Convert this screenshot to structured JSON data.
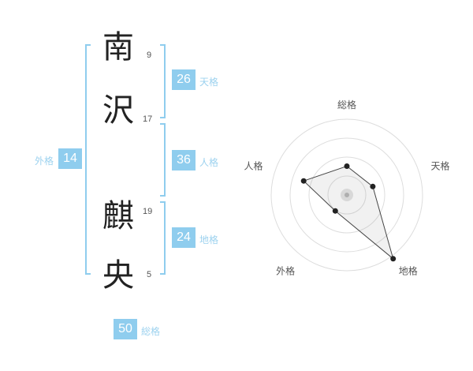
{
  "name": {
    "characters": [
      {
        "char": "南",
        "strokes": "9"
      },
      {
        "char": "沢",
        "strokes": "17"
      },
      {
        "char": "麒",
        "strokes": "19"
      },
      {
        "char": "央",
        "strokes": "5"
      }
    ]
  },
  "results": {
    "tenkaku": {
      "value": "26",
      "label": "天格"
    },
    "jinkaku": {
      "value": "36",
      "label": "人格"
    },
    "chikaku": {
      "value": "24",
      "label": "地格"
    },
    "gaikaku": {
      "value": "14",
      "label": "外格"
    },
    "soukaku": {
      "value": "50",
      "label": "総格"
    }
  },
  "colors": {
    "accent_blue": "#8FCDEE",
    "label_blue": "#9DD2EF",
    "chart_grid": "#DDDDDD",
    "chart_line": "#444444",
    "chart_dot": "#222222",
    "chart_fill": "rgba(120,120,120,0.10)"
  },
  "chart_data": {
    "type": "radar",
    "axes": [
      "総格",
      "天格",
      "地格",
      "外格",
      "人格"
    ],
    "values": [
      38,
      36,
      104,
      26,
      60
    ],
    "value_scale": "percent of outer ring radius (estimated from plot)",
    "rings": 4,
    "start_axis": "top, clockwise",
    "legend": "none",
    "grid": "concentric circles, no spokes"
  }
}
